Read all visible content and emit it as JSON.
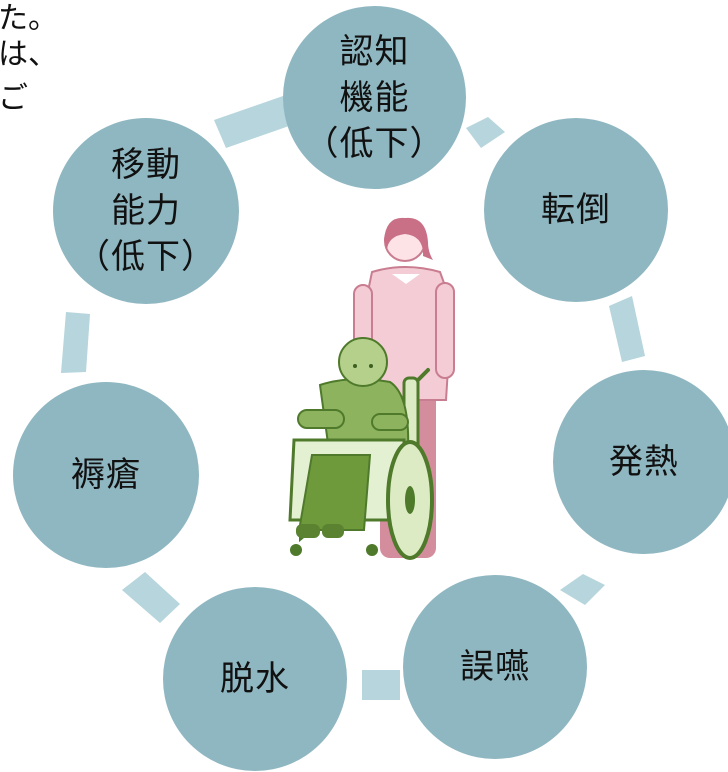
{
  "fragments": [
    "た。",
    "は、",
    "ご"
  ],
  "nodes": {
    "cognitive": "認知\n機能\n（低下）",
    "falls": "転倒",
    "mobility": "移動\n能力\n（低下）",
    "fever": "発熱",
    "bedsore": "褥瘡",
    "aspiration": "誤嚥",
    "dehydration": "脱水"
  },
  "colors": {
    "node": "#8fb7c1",
    "connector": "#b6d5dc"
  }
}
